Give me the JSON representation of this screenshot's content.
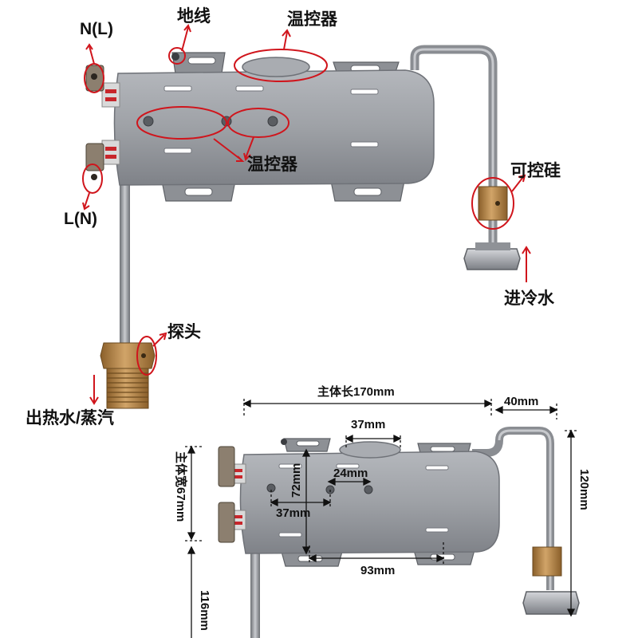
{
  "colors": {
    "annotation": "#d0151c",
    "body": "#9b9ea4",
    "body_dark": "#6f7278",
    "brass": "#b98a4a",
    "text": "#111111"
  },
  "labels": {
    "n_l": "N(L)",
    "ground": "地线",
    "thermostat_top": "温控器",
    "thermostat_front": "温控器",
    "l_n": "L(N)",
    "scr": "可控硅",
    "cold_in": "进冷水",
    "probe": "探头",
    "hot_out": "出热水/蒸汽"
  },
  "dimensions": {
    "body_length": "主体长170mm",
    "pipe_ext": "40mm",
    "thermostat_spacing_top": "37mm",
    "height_72": "72mm",
    "hole_spacing_24": "24mm",
    "hole_spacing_37": "37mm",
    "bracket_spacing": "93mm",
    "body_width": "主体宽67mm",
    "overall_height": "120mm",
    "pipe_length": "116mm"
  }
}
